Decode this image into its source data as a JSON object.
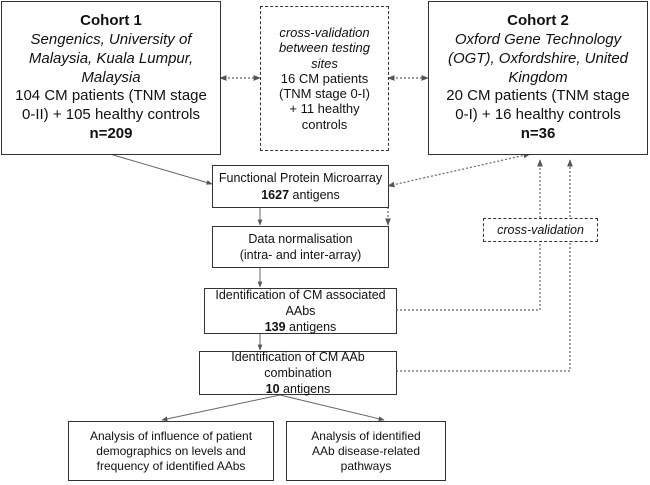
{
  "cohort1": {
    "title": "Cohort 1",
    "site": [
      "Sengenics, University of",
      "Malaysia, Kuala Lumpur,",
      "Malaysia"
    ],
    "patients": [
      "104 CM patients (TNM stage",
      "0-II) + 105 healthy controls"
    ],
    "n": "n=209"
  },
  "cohort2": {
    "title": "Cohort 2",
    "site": [
      "Oxford Gene Technology",
      "(OGT), Oxfordshire, United",
      "Kingdom"
    ],
    "patients": [
      "20 CM patients (TNM stage",
      "0-I) + 16 healthy controls"
    ],
    "n": "n=36"
  },
  "crossval_sites": {
    "title": [
      "cross-validation",
      "between testing",
      "sites"
    ],
    "details": [
      "16 CM patients",
      "(TNM stage 0-I)",
      "+ 11 healthy",
      "controls"
    ]
  },
  "microarray": {
    "title": "Functional Protein Microarray",
    "count": "1627",
    "unit": " antigens"
  },
  "normalisation": {
    "lines": [
      "Data normalisation",
      "(intra- and inter-array)"
    ]
  },
  "associated": {
    "title": "Identification of CM associated AAbs",
    "count": "139",
    "unit": " antigens"
  },
  "combination": {
    "title": "Identification of CM AAb combination",
    "count": "10",
    "unit": " antigens"
  },
  "crossval_label": "cross-validation",
  "demographics": {
    "lines": [
      "Analysis of influence of patient",
      "demographics on levels and",
      "frequency of identified AAbs"
    ]
  },
  "pathways": {
    "lines": [
      "Analysis of identified",
      "AAb disease-related",
      "pathways"
    ]
  }
}
